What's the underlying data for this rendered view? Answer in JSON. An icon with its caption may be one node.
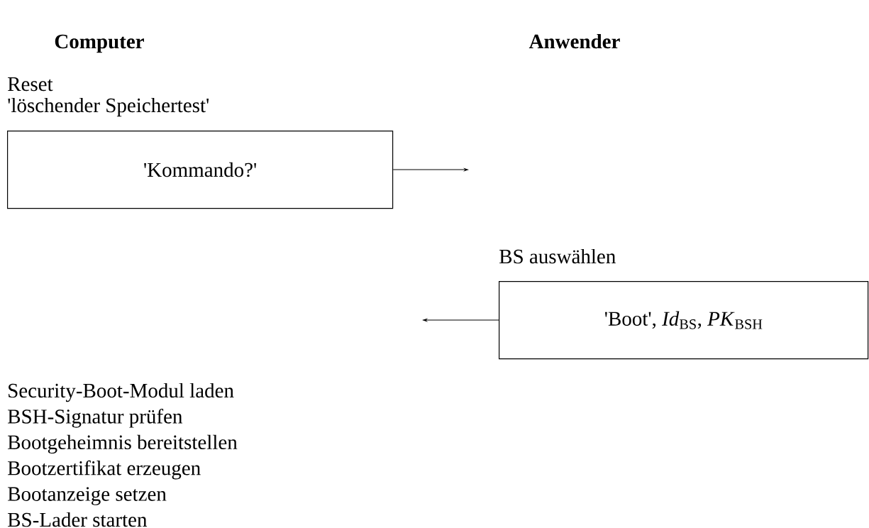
{
  "diagram": {
    "nodes": [
      {
        "text": [
          "'Kommando?'"
        ]
      },
      {
        "text": [
          "'Boot', *Id*$_{BS}$, *PK*$_{BSH}$"
        ]
      }
    ],
    "edges": [
      {
        "from": 0,
        "to": null,
        "arrow": "to"
      },
      {
        "from": 1,
        "to": null,
        "arrow": "to"
      }
    ],
    "labels": [
      "Computer",
      "Anwender",
      "Reset",
      "'löschender Speichertest'",
      "BS auswählen",
      "Security-Boot-Modul laden",
      "BSH-Signatur prüfen",
      "Bootgeheimnis bereitstellen",
      "Bootzertifikat erzeugen",
      "Bootanzeige setzen",
      "BS-Lader starten"
    ]
  }
}
